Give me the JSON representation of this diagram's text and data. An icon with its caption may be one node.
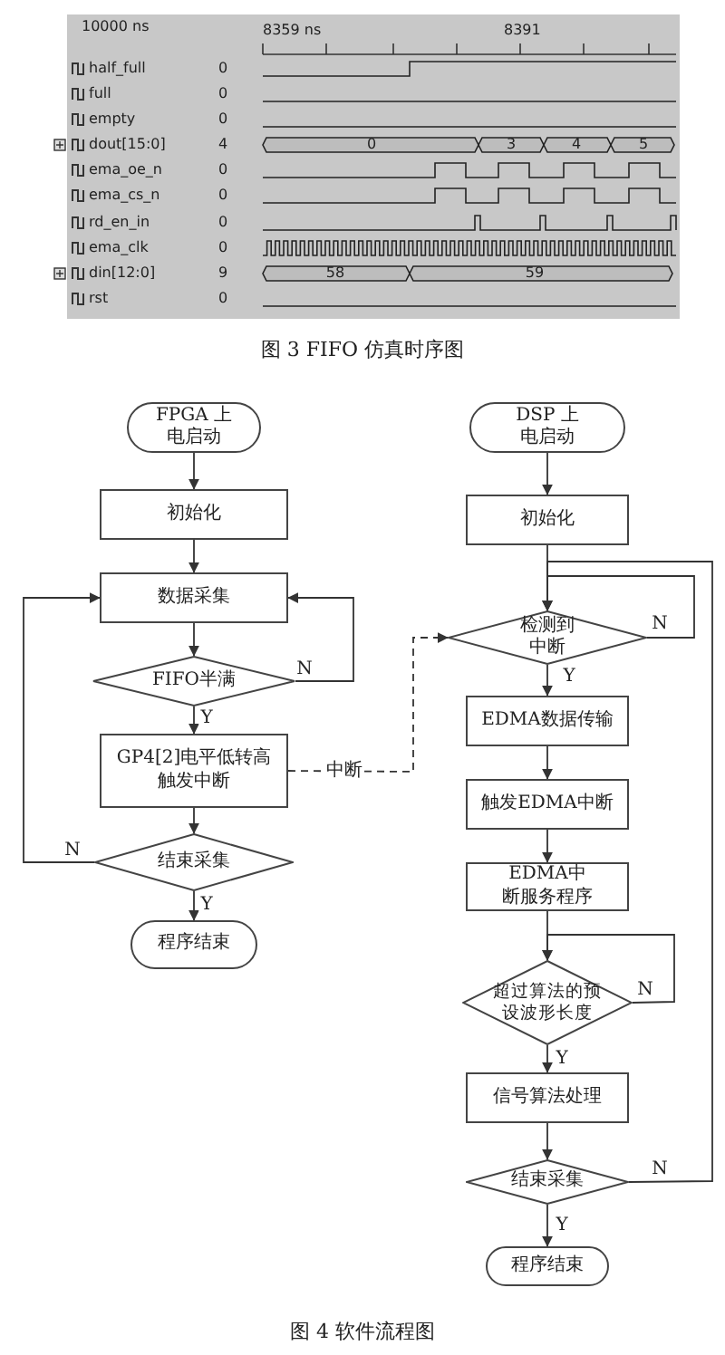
{
  "diagram": {
    "nodes": [
      {
        "text": [
          "FPGA 上电启动"
        ]
      },
      {
        "text": [
          "初始化"
        ]
      },
      {
        "text": [
          "数据采集"
        ]
      },
      {
        "text": [
          "FIFO半满"
        ]
      },
      {
        "text": [
          "GP4[2]电平低转高触发中断"
        ]
      },
      {
        "text": [
          "结束采集"
        ]
      },
      {
        "text": [
          "程序结束"
        ]
      },
      {
        "text": [
          "DSP 上电启动"
        ]
      },
      {
        "text": [
          "初始化"
        ]
      },
      {
        "text": [
          "检测到中断"
        ]
      },
      {
        "text": [
          "EDMA数据传输"
        ]
      },
      {
        "text": [
          "触发EDMA中断"
        ]
      },
      {
        "text": [
          "EDMA中断服务程序"
        ]
      },
      {
        "text": [
          "超过算法的预设波形长度"
        ]
      },
      {
        "text": [
          "信号算法处理"
        ]
      },
      {
        "text": [
          "结束采集"
        ]
      },
      {
        "text": [
          "程序结束"
        ]
      }
    ],
    "edges": [
      {
        "from": 0,
        "to": 1,
        "arrow": "to"
      },
      {
        "from": 1,
        "to": 2,
        "arrow": "to"
      },
      {
        "from": 2,
        "to": 3,
        "arrow": "to"
      },
      {
        "from": 3,
        "to": 4,
        "arrow": "to",
        "label": "Y"
      },
      {
        "from": 3,
        "to": 2,
        "arrow": "to",
        "label": "N"
      },
      {
        "from": 4,
        "to": 5,
        "arrow": "to"
      },
      {
        "from": 5,
        "to": 2,
        "arrow": "to",
        "label": "N"
      },
      {
        "from": 5,
        "to": 6,
        "arrow": "to",
        "label": "Y"
      },
      {
        "from": 4,
        "to": 9,
        "arrow": "to",
        "label": "中断",
        "style": "dashed"
      },
      {
        "from": 7,
        "to": 8,
        "arrow": "to"
      },
      {
        "from": 8,
        "to": 9,
        "arrow": "to"
      },
      {
        "from": 9,
        "to": 9,
        "arrow": "to",
        "label": "N"
      },
      {
        "from": 9,
        "to": 10,
        "arrow": "to",
        "label": "Y"
      },
      {
        "from": 10,
        "to": 11,
        "arrow": "to"
      },
      {
        "from": 11,
        "to": 12,
        "arrow": "to"
      },
      {
        "from": 12,
        "to": 13,
        "arrow": "to"
      },
      {
        "from": 13,
        "to": 13,
        "arrow": "to",
        "label": "N"
      },
      {
        "from": 13,
        "to": 14,
        "arrow": "to",
        "label": "Y"
      },
      {
        "from": 14,
        "to": 15,
        "arrow": "to"
      },
      {
        "from": 15,
        "to": 9,
        "arrow": "to",
        "label": "N"
      },
      {
        "from": 15,
        "to": 16,
        "arrow": "to",
        "label": "Y"
      }
    ],
    "labels": [
      "10000 ns",
      "8359 ns",
      "8391",
      "half_full",
      "0",
      "full",
      "0",
      "empty",
      "0",
      "dout[15:0]",
      "4",
      "0",
      "3",
      "4",
      "5",
      "ema_oe_n",
      "0",
      "ema_cs_n",
      "0",
      "rd_en_in",
      "0",
      "ema_clk",
      "0",
      "din[12:0]",
      "9",
      "58",
      "59",
      "rst",
      "0",
      "图 3 FIFO 仿真时序图",
      "图 4 软件流程图"
    ]
  }
}
